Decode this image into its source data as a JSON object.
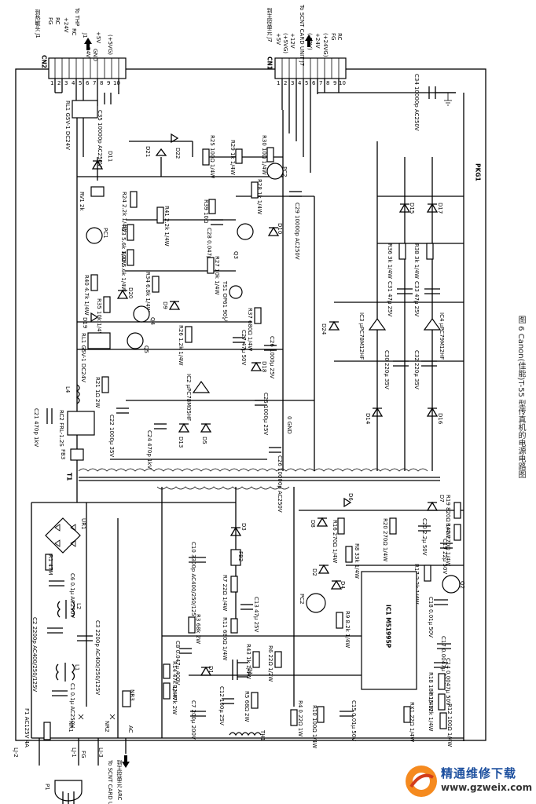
{
  "header": {
    "cn2": "CN2",
    "cn1": "CN1",
    "to_thp": "To THP",
    "to_thp_cn": "到热敏头 J1",
    "to_thp_j1": "J1",
    "to_scnt": "To SCNT CARD UNIT J7",
    "to_scnt_cn": "到主控单元 J7",
    "j7": "J7",
    "j2_pins": [
      "FG",
      "RC",
      "+24V",
      "RC",
      "+5V",
      "+24V",
      "GND",
      "(+5VG)"
    ],
    "j7_pins": [
      "+5V",
      "(+5VG)",
      "+12V",
      "(-12V)",
      "+24V",
      "(+24VG)",
      "FG",
      "RC"
    ],
    "pin_nums_left": [
      "1",
      "2",
      "3",
      "4",
      "5",
      "6",
      "7",
      "8",
      "9",
      "10"
    ],
    "pin_nums_right": [
      "1",
      "2",
      "3",
      "4",
      "5",
      "6",
      "7",
      "8",
      "9",
      "10"
    ]
  },
  "labels": {
    "pkg1": "PKG1",
    "c34": "C34 10000p AC250V",
    "c35": "C35 10000p AC250V",
    "rl1": "RL1 G5V-1 DC24V",
    "rl1b": "RL1 G5V-1 DC24V",
    "d11": "D11",
    "d21": "D21",
    "d22": "D22",
    "r25": "R25 100Ω 1/4W",
    "r29": "R29 1k 1/4W",
    "r30": "R30 10Ω 1/4W",
    "pc2_top": "PC2",
    "rv1": "RV1 2k",
    "r24": "R24 2.2k 1/4W",
    "r28": "R28 1k 1/4W",
    "r39": "R39 10Ω",
    "c29": "C29 10000p AC250V",
    "pc1": "PC1",
    "r23": "R23 5.6k 1/4W",
    "r41": "R41 2.2k 1/4W",
    "c28": "C28 0.047μ 50V",
    "d10": "D10",
    "q3": "Q3",
    "r22": "R22 5.6k 1/4W",
    "r27": "R27 10k 1/4W",
    "r40": "R40 4.7k 1/4W",
    "r34": "R34 6.8k 1/4W",
    "r35": "R35 10k 1/4W",
    "d20": "D20",
    "d9": "D9",
    "ts1": "TS1 OP61 90℃",
    "r37": "R37 680Ω 1/4W",
    "d19": "D19",
    "q4": "Q4",
    "q5": "Q5",
    "r26": "R26 1.2k 1/4W",
    "c27": "C27 47μ 50V",
    "c26": "C26 1000μ 25V",
    "d18": "D18",
    "r21": "R21 1Ω 2W",
    "ic2": "IC2 μPC78M05HF",
    "c25": "C25 1000μ 25V",
    "l4": "L4",
    "c21": "C21 470p 1kV",
    "rc2": "RC2 FRL-1.2S",
    "c22": "C22 1000μ 35V",
    "c24": "C24 470p 1kV",
    "d13": "D13",
    "d5": "D5",
    "c26b": "C26 10000p AC250V",
    "ognd": "0 GND",
    "fb3": "FB3",
    "t1": "T1",
    "d15": "D15",
    "d17": "D17",
    "r36": "R36 3k 1/4W",
    "r38": "R38 3k 1/4W",
    "c31": "C31 47μ 25V",
    "c33": "C33 47μ 25V",
    "d24": "D24",
    "ic3": "IC3 μPC78M12HF",
    "ic4": "IC4 μPC79M12HF",
    "c30": "C30 220μ 35V",
    "c32": "C32 220μ 35V",
    "d14": "D14",
    "d16": "D16",
    "d6": "D6",
    "d7": "D7",
    "r19": "R19 820Ω 1/4W",
    "d8": "D8",
    "r16": "R16 270Ω 1/4W",
    "r20": "R20 270Ω 1/4W",
    "c20": "C20 2.2μ 50V",
    "r42": "R42 270Ω 1/4W",
    "c19": "C19 22μ 50V",
    "ur1": "UR1",
    "r1": "R1 47M",
    "c6": "C6 0.1μ AC250V",
    "l2": "L2",
    "c10": "C10 3300p AC400/250/125V",
    "fb2": "FB2",
    "d3": "D3",
    "r8": "R8 33k 1/4W",
    "d2": "D2",
    "d4": "D4",
    "r17": "R17 2.2k 1/4W",
    "q2": "Q2",
    "c18": "C18 0.01μ 50V",
    "c2": "C2 2200p AC400/250/125V",
    "c3": "C3 2200p AC400/250/125V",
    "r7": "R7 22Ω 1/4W",
    "c13": "C13 47μ 25V",
    "pc2": "PC2",
    "r11": "R11 680Ω 1/4W",
    "r9": "R9 8.2k 1/4W",
    "ic1": "IC1 M51995P",
    "c17": "C17 0.0047μ 50V",
    "c14": "C14 0.0047μ 50V",
    "r3": "R3 68k 2W",
    "c8": "C8 0.047μ 400V",
    "r14": "R14 47k 1/4W",
    "r2": "R2 47k 2W",
    "d1": "D1",
    "q1": "Q1",
    "r43": "R43 1k 1/4W",
    "r6": "R6 22Ω 1/2W",
    "r18": "R18 18k 1/4W",
    "r15": "R15 12k 1/4W",
    "l1": "L1",
    "c1": "C1 0.1μ AC250V",
    "c12": "C12 100μ 25V",
    "r5": "R5 68Ω 2W",
    "c7": "C7 200μ 200V",
    "r4": "R4 0.22Ω 1W",
    "r10": "R10 100Ω 1/4W",
    "c15": "C15 0.01μ 50V",
    "rx1": "RX1 22Ω 1/4W",
    "r12": "R12 100Ω 1/4W",
    "f1": "F1 AC125V 4A",
    "nr1": "NR1",
    "nr2": "NR2",
    "nr3": "NR3",
    "th1": "TH1",
    "ac": "AC",
    "lj2": "LJ-2",
    "lj3": "LJ-3",
    "lj1": "LJ-1",
    "fg": "FG",
    "p1": "P1",
    "to_scnt_ac": "To SCNT CARD UNIT AC",
    "to_scnt_ac_cn": "到主控单元 ARC"
  },
  "caption": "图 6 Canon(佳能)T-55 型传真机的电源电路图",
  "brand": {
    "name": "精通维修下载",
    "url": "www.gzweix.com"
  }
}
